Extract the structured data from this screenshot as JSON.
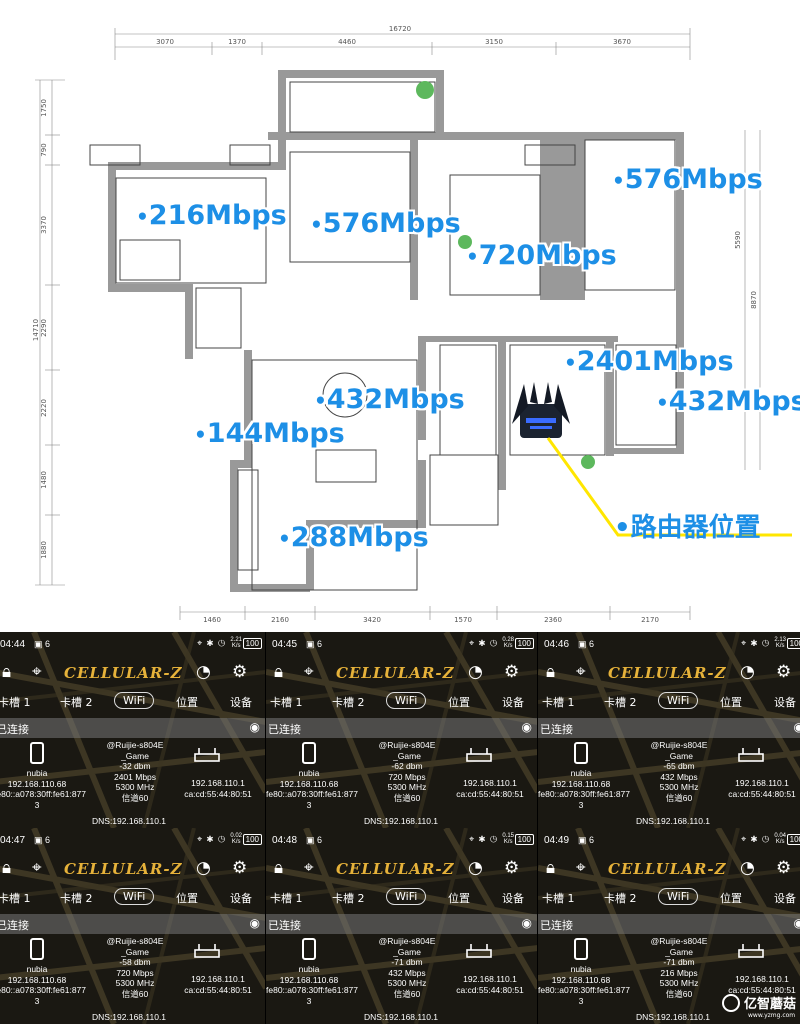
{
  "floorplan": {
    "top_dims": [
      "16720",
      "3070",
      "1370",
      "4460",
      "3150",
      "3670"
    ],
    "bottom_dims": [
      "1460",
      "2160",
      "3420",
      "1570",
      "2360",
      "2170"
    ],
    "left_dims": [
      "1750",
      "790",
      "3370",
      "14710",
      "2290",
      "2220",
      "1480",
      "1880"
    ],
    "right_dims": [
      "5590",
      "8870"
    ],
    "speeds": [
      {
        "text": "216Mbps"
      },
      {
        "text": "576Mbps"
      },
      {
        "text": "720Mbps"
      },
      {
        "text": "576Mbps"
      },
      {
        "text": "2401Mbps"
      },
      {
        "text": "432Mbps"
      },
      {
        "text": "432Mbps"
      },
      {
        "text": "144Mbps"
      },
      {
        "text": "288Mbps"
      }
    ],
    "router_label": "•路由器位置",
    "highlight_color": "#ffe600",
    "label_color": "#1d8fe6"
  },
  "screens": [
    {
      "time": "04:44",
      "speed_top": "2.21",
      "speed_unit": "K/s",
      "ssid": "@Ruijie-s804E",
      "game": "_Game",
      "dbm": "-32 dbm",
      "rate": "2401 Mbps"
    },
    {
      "time": "04:45",
      "speed_top": "0.28",
      "speed_unit": "K/s",
      "ssid": "@Ruijie-s804E",
      "game": "_Game",
      "dbm": "-62 dbm",
      "rate": "720 Mbps"
    },
    {
      "time": "04:46",
      "speed_top": "2.13",
      "speed_unit": "K/s",
      "ssid": "@Ruijie-s804E",
      "game": "_Game",
      "dbm": "-65 dbm",
      "rate": "432 Mbps"
    },
    {
      "time": "04:47",
      "speed_top": "0.02",
      "speed_unit": "K/s",
      "ssid": "@Ruijie-s804E",
      "game": "_Game",
      "dbm": "-58 dbm",
      "rate": "720 Mbps"
    },
    {
      "time": "04:48",
      "speed_top": "0.15",
      "speed_unit": "K/s",
      "ssid": "@Ruijie-s804E",
      "game": "_Game",
      "dbm": "-71 dbm",
      "rate": "432 Mbps"
    },
    {
      "time": "04:49",
      "speed_top": "0.04",
      "speed_unit": "K/s",
      "ssid": "@Ruijie-s804E",
      "game": "_Game",
      "dbm": "-71 dbm",
      "rate": "216 Mbps"
    }
  ],
  "common": {
    "signal": "6",
    "battery": "100",
    "app_name": "CELLULAR-Z",
    "tabs": [
      "卡槽 1",
      "卡槽 2",
      "WiFi",
      "位置",
      "设备"
    ],
    "connected": "已连接",
    "device_name": "nubia",
    "device_ip": "192.168.110.68",
    "device_ipv6": "fe80::a078:30ff:fe61:877",
    "device_num": "3",
    "freq": "5300 MHz",
    "channel": "信道60",
    "router_ip": "192.168.110.1",
    "router_mac": "ca:cd:55:44:80:51",
    "dns": "DNS:192.168.110.1"
  },
  "watermark": {
    "name": "亿智蘑菇",
    "url": "www.yzmg.com"
  }
}
